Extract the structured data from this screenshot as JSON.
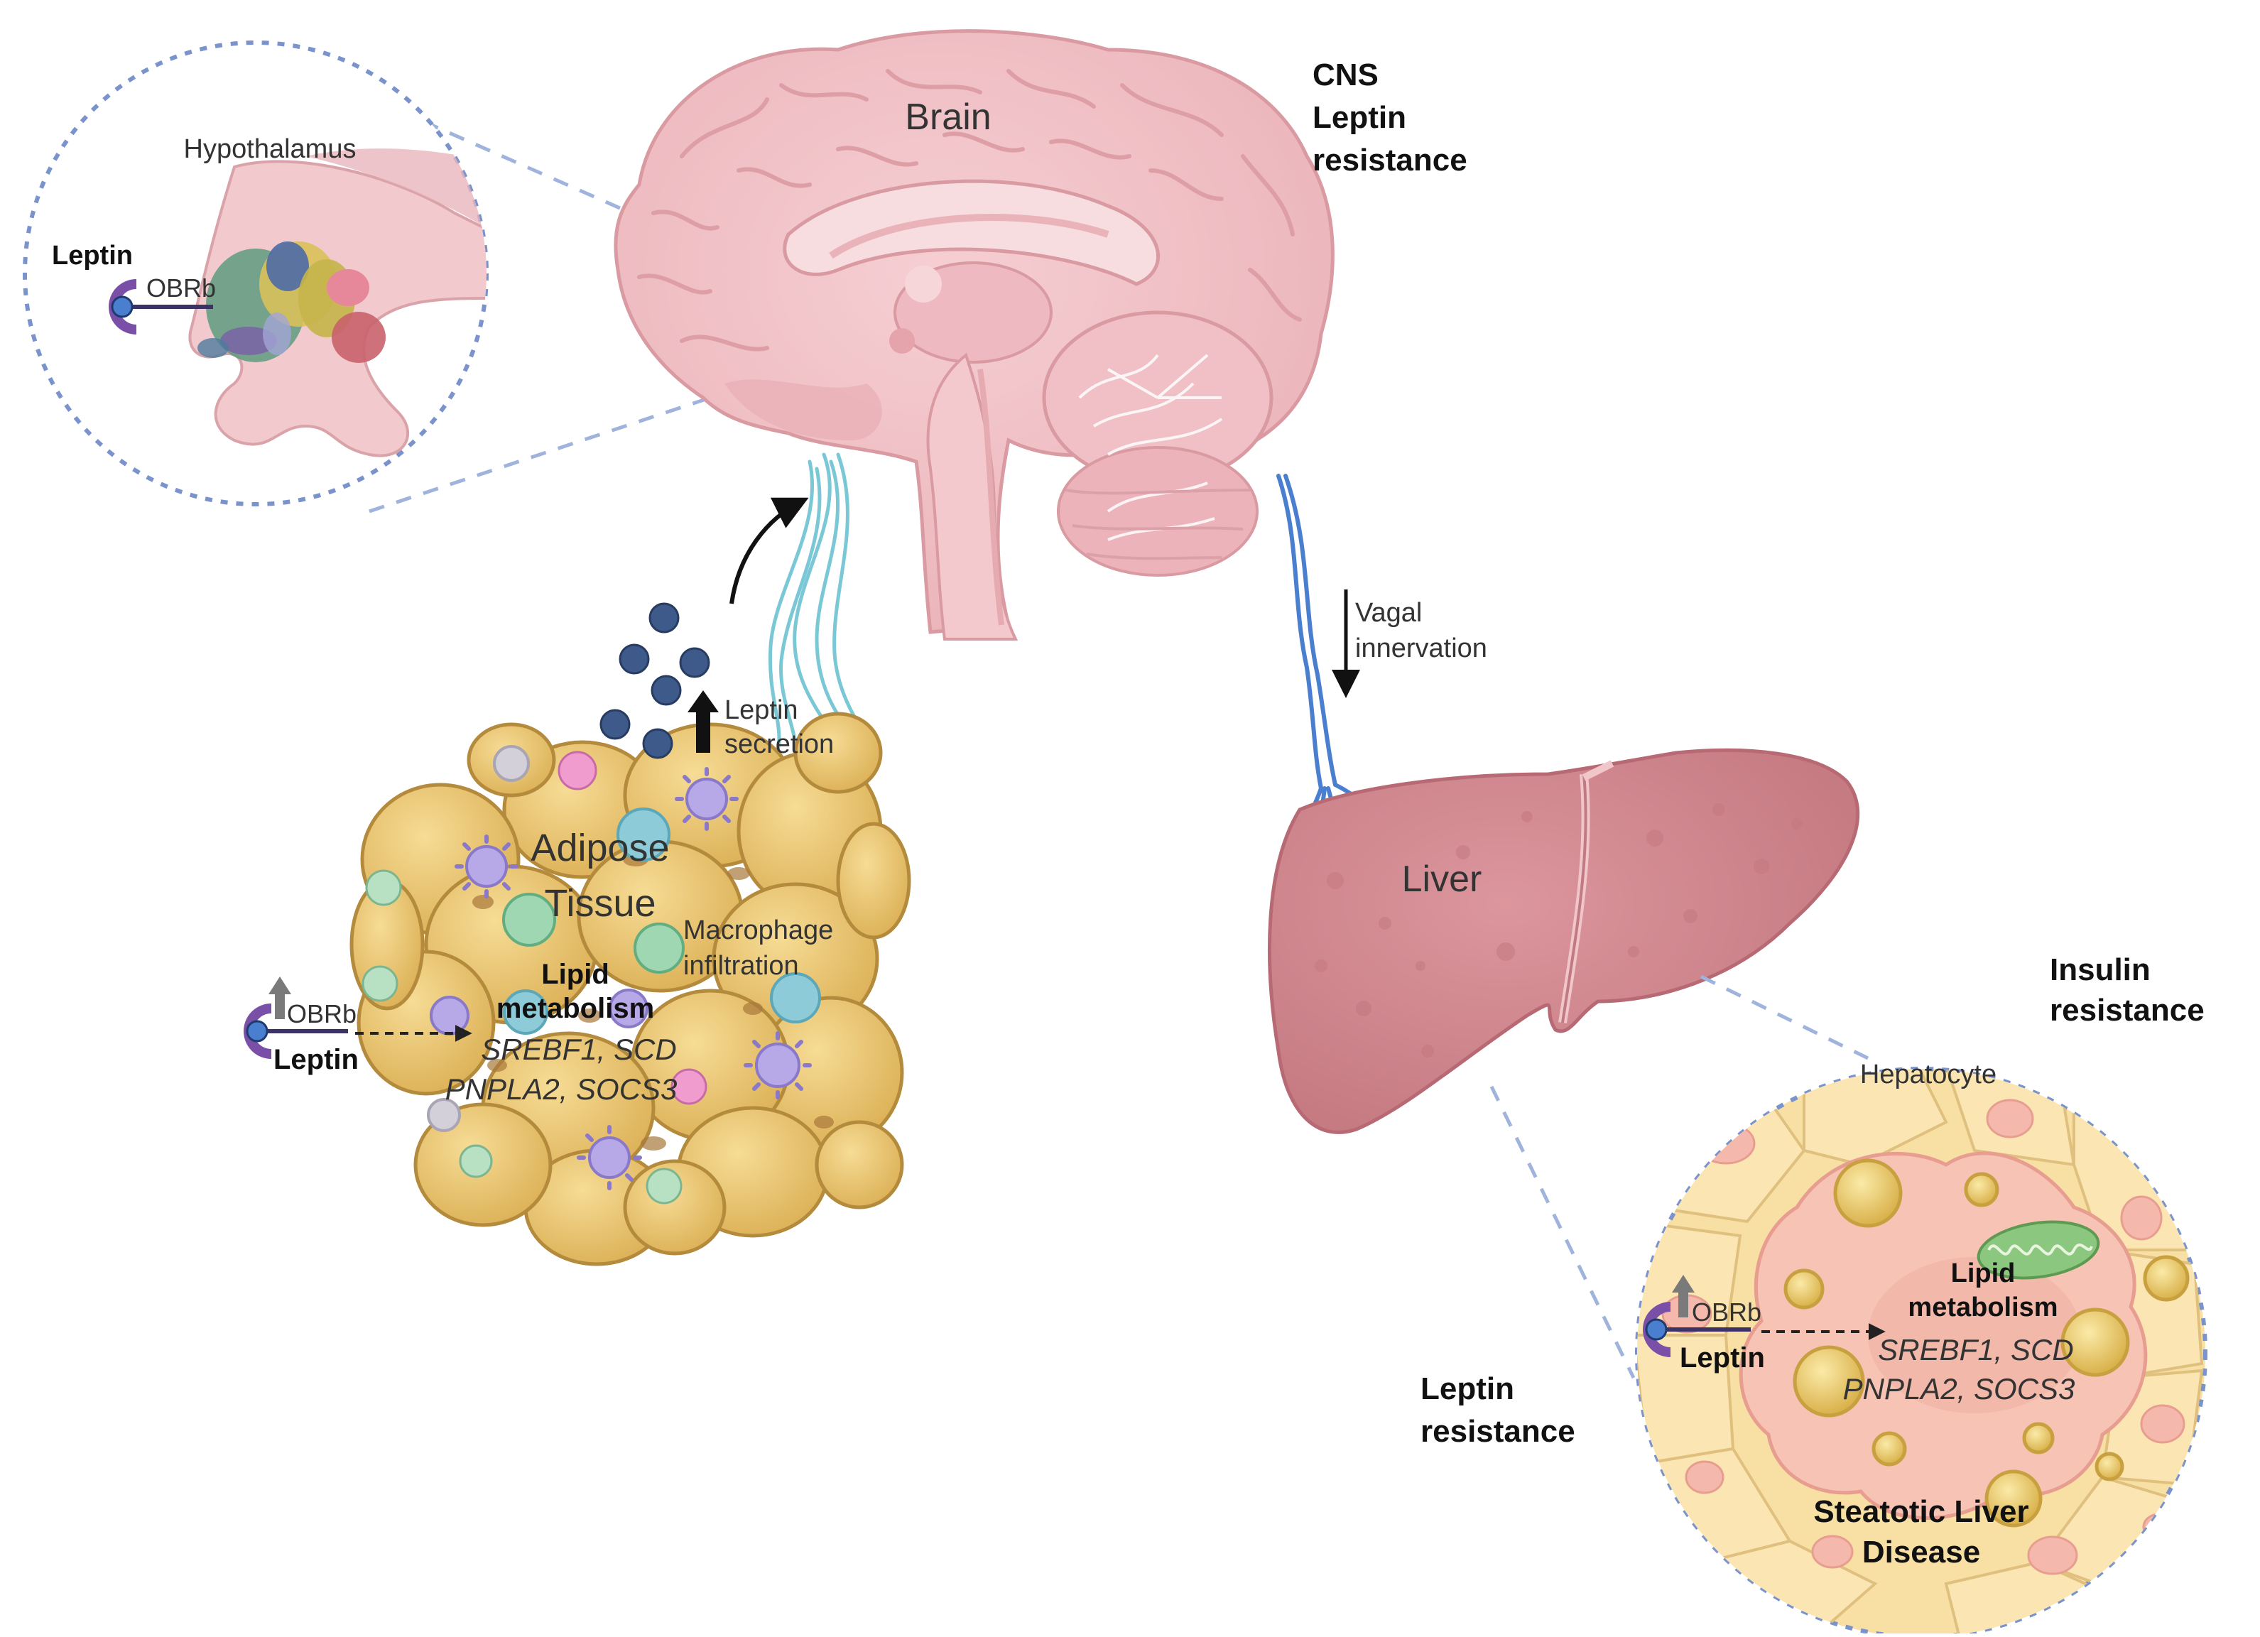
{
  "labels": {
    "brain": "Brain",
    "cns_line1": "CNS",
    "cns_line2": "Leptin",
    "cns_line3": "resistance",
    "hypothalamus": "Hypothalamus",
    "hypo_leptin": "Leptin",
    "hypo_obrb": "OBRb",
    "vagal_line1": "Vagal",
    "vagal_line2": "innervation",
    "leptin_secretion_line1": "Leptin",
    "leptin_secretion_line2": "secretion",
    "adipose_line1": "Adipose",
    "adipose_line2": "Tissue",
    "macrophage_line1": "Macrophage",
    "macrophage_line2": "infiltration",
    "adipose_lipid_line1": "Lipid",
    "adipose_lipid_line2": "metabolism",
    "adipose_genes_line1": "SREBF1, SCD",
    "adipose_genes_line2": "PNPLA2, SOCS3",
    "adipose_obrb": "OBRb",
    "adipose_leptin": "Leptin",
    "liver": "Liver",
    "insulin_line1": "Insulin",
    "insulin_line2": "resistance",
    "hepatocyte": "Hepatocyte",
    "liver_lipid_line1": "Lipid",
    "liver_lipid_line2": "metabolism",
    "liver_genes_line1": "SREBF1, SCD",
    "liver_genes_line2": "PNPLA2, SOCS3",
    "liver_obrb": "OBRb",
    "liver_leptin": "Leptin",
    "liver_resistance_line1": "Leptin",
    "liver_resistance_line2": "resistance",
    "sld_line1": "Steatotic Liver",
    "sld_line2": "Disease"
  },
  "colors": {
    "brain": "#f2bfc4",
    "brain_dark": "#e29aa3",
    "liver": "#d48890",
    "liver_dark": "#b86a74",
    "adipocyte": "#ecc671",
    "adipocyte_edge": "#b48a3c",
    "nerve_cyan": "#7ac8d6",
    "nerve_blue": "#4a7fd0",
    "dotted_circle": "#7b93cc",
    "leptin_dot": "#3e5a8a",
    "receptor_purple": "#7a4fa8",
    "hepatocyte_bg": "#f8dfa4",
    "steatotic_cell": "#f4b9ac"
  }
}
